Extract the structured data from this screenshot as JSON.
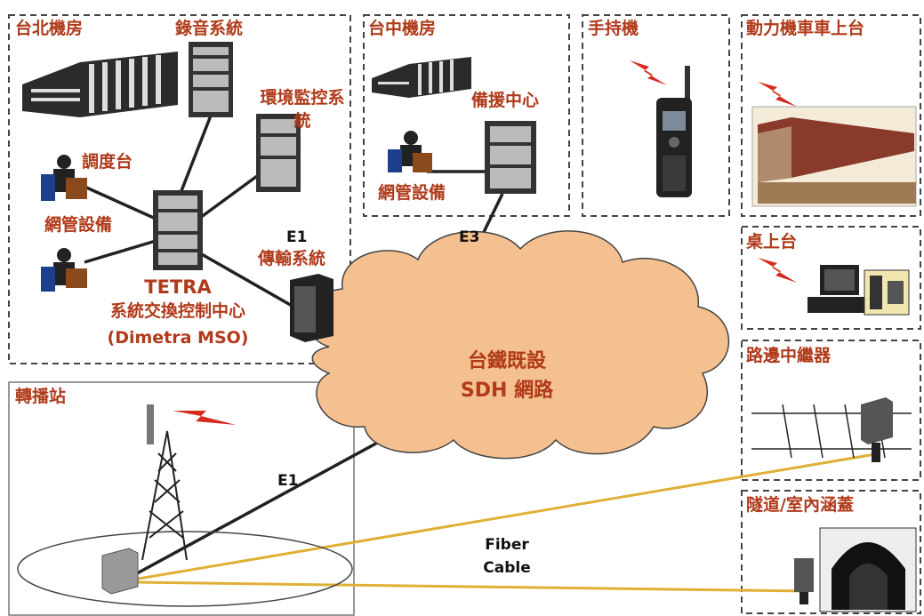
{
  "regions": {
    "taipei": "台北機房",
    "taichung": "台中機房",
    "handheld": "手持機",
    "locomotive": "動力機車車上台",
    "desktop": "桌上台",
    "wayside_repeater": "路邊中繼器",
    "tunnel": "隧道/室內涵蓋",
    "relay_station": "轉播站"
  },
  "nodes": {
    "recording": "錄音系統",
    "env_monitor": "環境監控系統",
    "dispatch": "調度台",
    "netmgmt_taipei": "網管設備",
    "tetra_line1": "TETRA",
    "tetra_line2": "系統交換控制中心",
    "tetra_line3": "(Dimetra MSO)",
    "e1_line1": "E1",
    "e1_line2": "傳輸系統",
    "backup_center": "備援中心",
    "netmgmt_taichung": "網管設備",
    "sdh_line1": "台鐵既設",
    "sdh_line2": "SDH 網路"
  },
  "links": {
    "e3": "E3",
    "e1": "E1",
    "fiber_line1": "Fiber",
    "fiber_line2": "Cable"
  },
  "colors": {
    "label": "#b03a1a",
    "cloud": "#f5c08f",
    "fiber": "#e0b036",
    "lightning": "#d62a1f"
  }
}
